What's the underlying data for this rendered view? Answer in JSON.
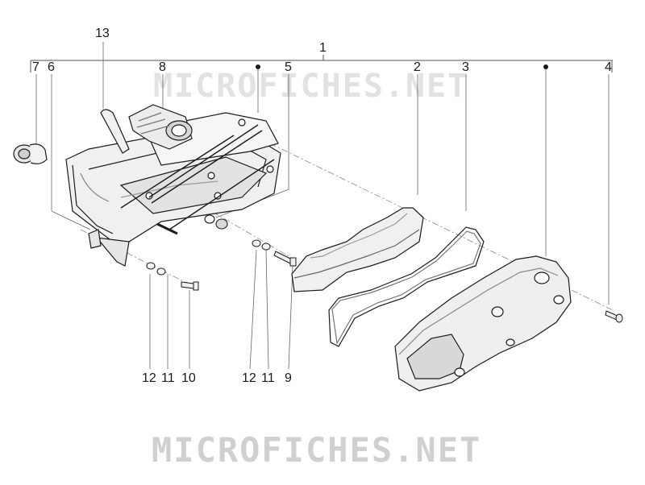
{
  "watermark": {
    "top": "MICROFICHES.NET",
    "bottom": "MICROFICHES.NET"
  },
  "callouts": {
    "c1": "1",
    "c2": "2",
    "c3": "3",
    "c4": "4",
    "c5": "5",
    "c6": "6",
    "c7": "7",
    "c8": "8",
    "c9": "9",
    "c10": "10",
    "c11a": "11",
    "c11b": "11",
    "c12a": "12",
    "c12b": "12",
    "c13": "13"
  },
  "colors": {
    "line": "#1a1a1a",
    "leader": "#555555",
    "part_fill": "#efefef",
    "part_shadow": "#bdbdbd",
    "watermark_top": "#e2e2e2",
    "watermark_bottom": "#d0d0d0"
  }
}
